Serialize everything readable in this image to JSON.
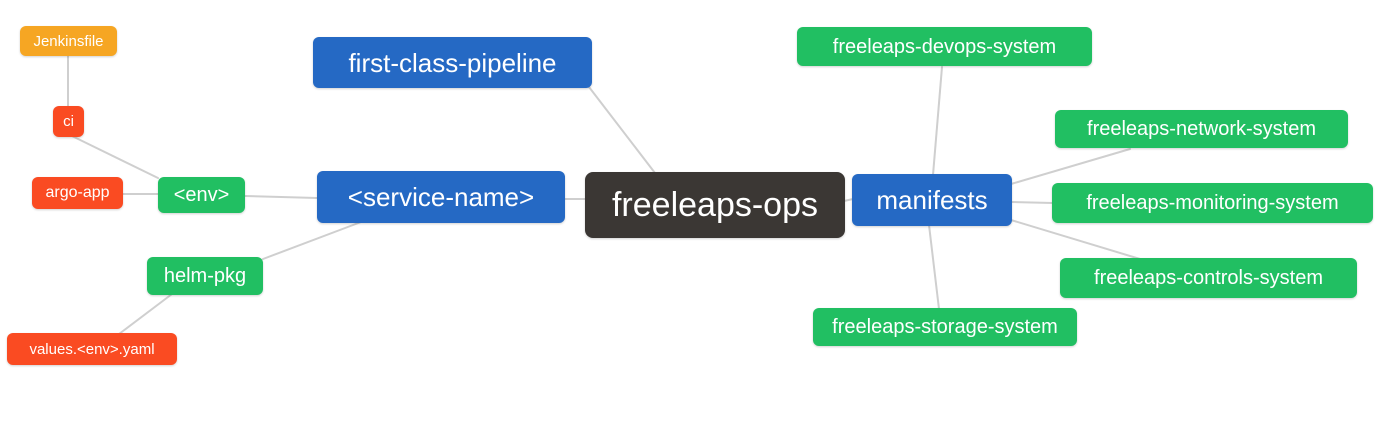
{
  "diagram": {
    "type": "mindmap",
    "root_label": "freeleaps-ops",
    "colors": {
      "dark": "#3b3734",
      "blue": "#2569c4",
      "green": "#21bf62",
      "red": "#fa4b22",
      "orange": "#f6a623",
      "edge": "#cfcfcf",
      "background": "#ffffff",
      "node_text": "#ffffff"
    },
    "nodes": {
      "freeleaps_ops": {
        "label": "freeleaps-ops",
        "color": "dark",
        "depth": 0
      },
      "first_class_pipeline": {
        "label": "first-class-pipeline",
        "color": "blue",
        "depth": 1
      },
      "service_name": {
        "label": "<service-name>",
        "color": "blue",
        "depth": 1
      },
      "manifests": {
        "label": "manifests",
        "color": "blue",
        "depth": 1
      },
      "env": {
        "label": "<env>",
        "color": "green",
        "depth": 2
      },
      "helm_pkg": {
        "label": "helm-pkg",
        "color": "green",
        "depth": 2
      },
      "ci": {
        "label": "ci",
        "color": "red",
        "depth": 3
      },
      "argo_app": {
        "label": "argo-app",
        "color": "red",
        "depth": 3
      },
      "values_env_yaml": {
        "label": "values.<env>.yaml",
        "color": "red",
        "depth": 3
      },
      "jenkinsfile": {
        "label": "Jenkinsfile",
        "color": "orange",
        "depth": 4
      },
      "devops_system": {
        "label": "freeleaps-devops-system",
        "color": "green",
        "depth": 2
      },
      "network_system": {
        "label": "freeleaps-network-system",
        "color": "green",
        "depth": 2
      },
      "monitoring_system": {
        "label": "freeleaps-monitoring-system",
        "color": "green",
        "depth": 2
      },
      "controls_system": {
        "label": "freeleaps-controls-system",
        "color": "green",
        "depth": 2
      },
      "storage_system": {
        "label": "freeleaps-storage-system",
        "color": "green",
        "depth": 2
      }
    },
    "edges": [
      [
        "jenkinsfile",
        "ci"
      ],
      [
        "ci",
        "env"
      ],
      [
        "argo_app",
        "env"
      ],
      [
        "env",
        "service_name"
      ],
      [
        "helm_pkg",
        "service_name"
      ],
      [
        "values_env_yaml",
        "helm_pkg"
      ],
      [
        "first_class_pipeline",
        "freeleaps_ops"
      ],
      [
        "service_name",
        "freeleaps_ops"
      ],
      [
        "freeleaps_ops",
        "manifests"
      ],
      [
        "manifests",
        "devops_system"
      ],
      [
        "manifests",
        "network_system"
      ],
      [
        "manifests",
        "monitoring_system"
      ],
      [
        "manifests",
        "controls_system"
      ],
      [
        "manifests",
        "storage_system"
      ]
    ]
  }
}
